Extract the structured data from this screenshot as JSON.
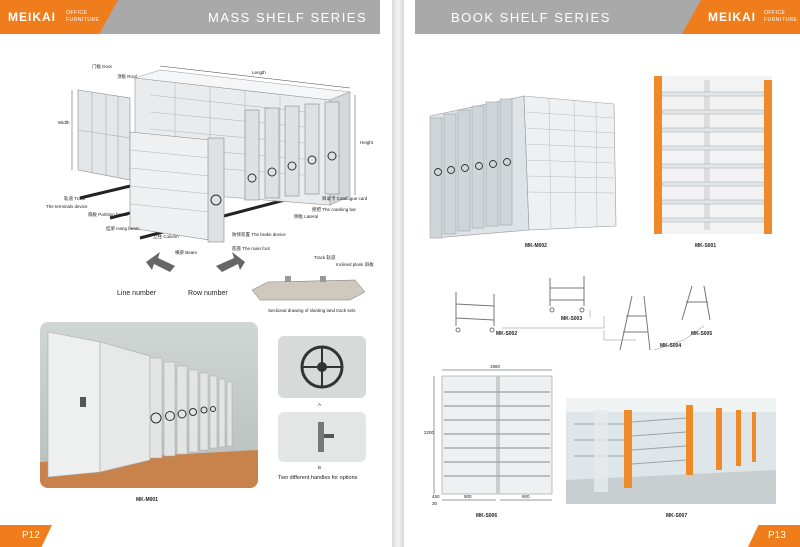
{
  "left_page": {
    "logo_brand": "MEIKAI",
    "logo_sub1": "OFFICE",
    "logo_sub2": "FURNITURE",
    "header_title": "MASS SHELF SERIES",
    "diagram_labels": {
      "door": "门板 Door",
      "roof": "顶板 Roof",
      "width": "Width",
      "height": "Height",
      "length": "Length",
      "track": "轨道 Track",
      "terminals": "The terminals device",
      "partition": "隔板 Partition board",
      "hang_beam": "挂梁 Hang beam",
      "column": "立柱 Column",
      "beam": "横梁 Beam",
      "brake": "防倾装置 The brake device",
      "main_foot": "底座 The main foot",
      "crank": "摇把 The cranking bar",
      "catalog": "目录卡 Catalogue card",
      "lateral": "侧板 Lateral",
      "line_number": "Line number",
      "row_number": "Row number",
      "track_cn": "Track 轨道",
      "plank": "Inclined plank 斜板",
      "sectional": "Sectional drawing of slanting land track sets"
    },
    "model_main": "MK-M001",
    "handle_a": "A",
    "handle_b": "B",
    "handles_caption": "Two different handles for options",
    "page_number": "P12"
  },
  "right_page": {
    "header_title": "BOOK SHELF SERIES",
    "logo_brand": "MEIKAI",
    "logo_sub1": "OFFICE",
    "logo_sub2": "FURNITURE",
    "models": {
      "m002": "MK-M002",
      "s001": "MK-S001",
      "s002": "MK-S002",
      "s003": "MK-S003",
      "s004": "MK-S004",
      "s005": "MK-S005",
      "s006": "MK-S006",
      "s007": "MK-S007"
    },
    "dims": {
      "width_total": "1980",
      "height_total": "2200",
      "w1": "900",
      "w2": "900",
      "depth": "450",
      "gap": "30"
    },
    "page_number": "P13"
  },
  "colors": {
    "accent_orange": "#f07d1c",
    "header_gray": "#a9a9a9",
    "shelf_gray": "#dfe3e4"
  }
}
